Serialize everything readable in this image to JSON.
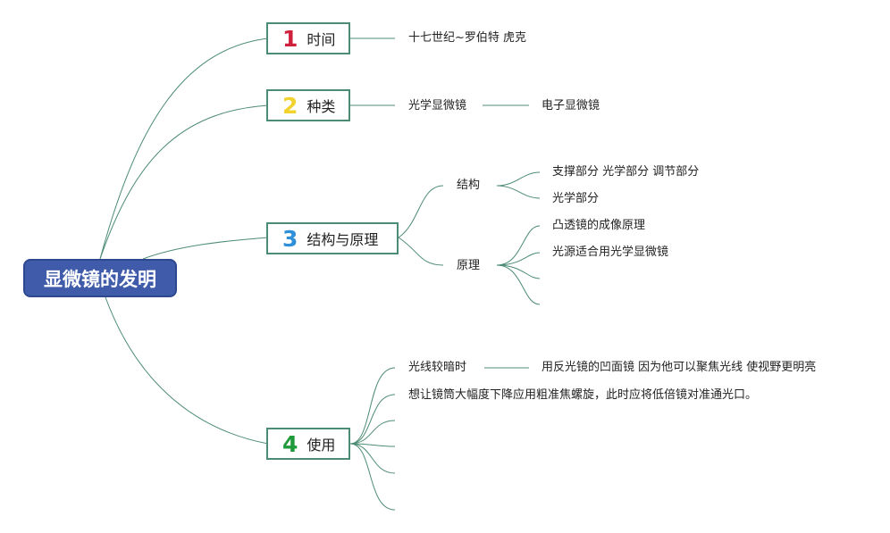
{
  "root": {
    "title": "显微镜的发明"
  },
  "colors": {
    "root_fill": "#3f5ba9",
    "line": "#4d8c74",
    "num1": "#d0213c",
    "num2": "#f2d22e",
    "num3": "#2f8fd8",
    "num4": "#1f9a3a"
  },
  "branches": [
    {
      "num": "1",
      "label": "时间",
      "children": [
        "十七世纪~罗伯特 虎克"
      ]
    },
    {
      "num": "2",
      "label": "种类",
      "children": [
        "光学显微镜",
        "电子显微镜"
      ]
    },
    {
      "num": "3",
      "label": "结构与原理",
      "sub": [
        {
          "label": "结构",
          "children": [
            "支撑部分 光学部分 调节部分",
            "光学部分"
          ]
        },
        {
          "label": "原理",
          "children": [
            "凸透镜的成像原理",
            "光源适合用光学显微镜"
          ]
        }
      ]
    },
    {
      "num": "4",
      "label": "使用",
      "children": [
        "光线较暗时",
        "想让镜筒大幅度下降应用粗准焦螺旋，此时应将低倍镜对准通光口。"
      ],
      "detail": "用反光镜的凹面镜 因为他可以聚焦光线 使视野更明亮"
    }
  ]
}
